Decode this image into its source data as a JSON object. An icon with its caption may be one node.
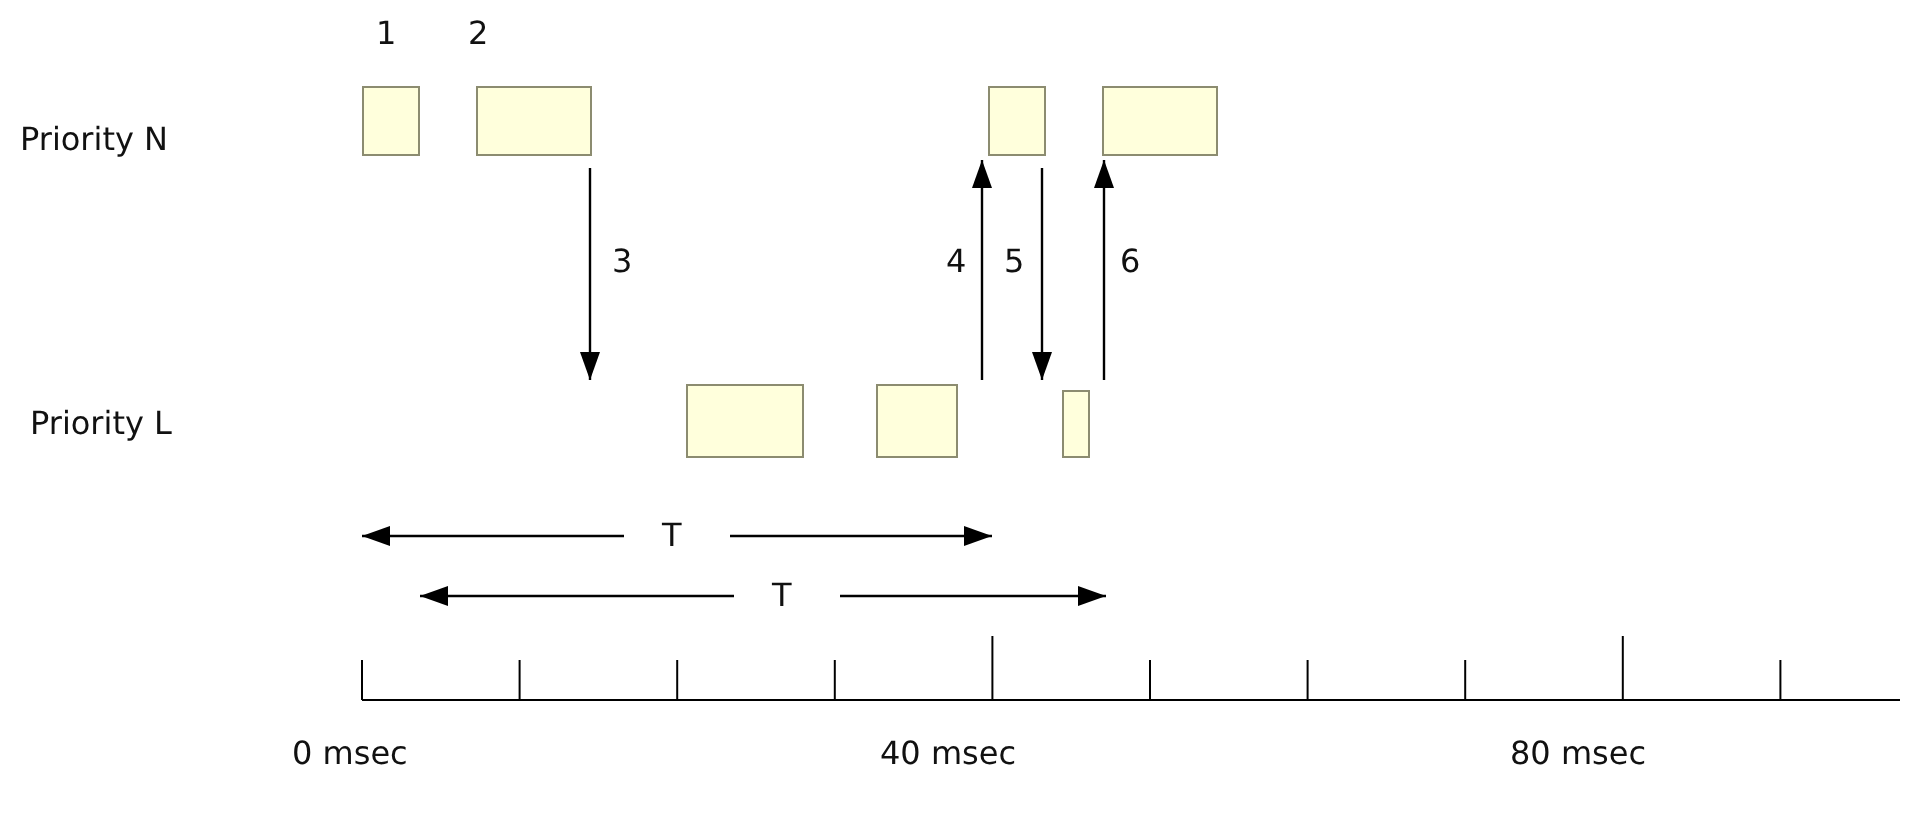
{
  "diagram": {
    "nodes": [
      {
        "text": [],
        "shape": "box",
        "beside": [
          "1"
        ]
      },
      {
        "text": [],
        "shape": "box",
        "beside": [
          "2"
        ]
      },
      {
        "text": [],
        "shape": "box"
      },
      {
        "text": [],
        "shape": "box"
      },
      {
        "text": [],
        "shape": "box"
      },
      {
        "text": [],
        "shape": "box"
      },
      {
        "text": [],
        "shape": "box"
      }
    ],
    "edges": [
      {
        "from": 1,
        "to": null,
        "arrow": "to",
        "label": "3"
      },
      {
        "from": null,
        "to": 2,
        "arrow": "to",
        "label": "4"
      },
      {
        "from": 2,
        "to": 6,
        "arrow": "to",
        "label": "5"
      },
      {
        "from": 6,
        "to": 3,
        "arrow": "to",
        "label": "6"
      }
    ],
    "labels": [
      "Priority N",
      "Priority L",
      "T",
      "T",
      "0 msec",
      "40 msec",
      "80 msec"
    ]
  }
}
